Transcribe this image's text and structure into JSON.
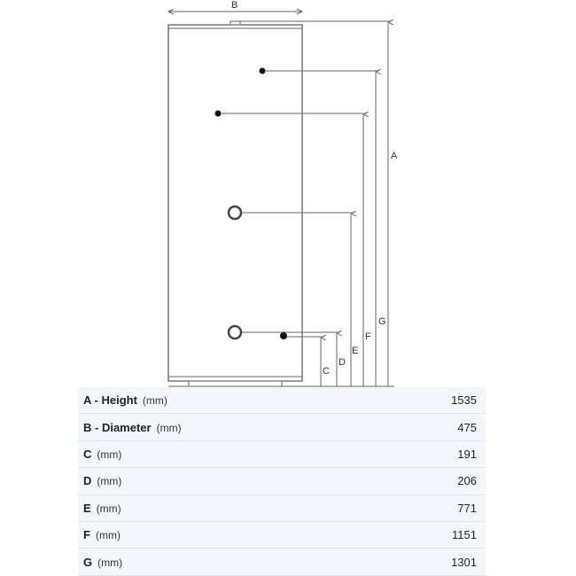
{
  "diagram": {
    "labels": {
      "A": "A",
      "B": "B",
      "C": "C",
      "D": "D",
      "E": "E",
      "F": "F",
      "G": "G"
    }
  },
  "table": [
    {
      "key": "A",
      "name": "Height",
      "unit": "(mm)",
      "value": "1535"
    },
    {
      "key": "B",
      "name": "Diameter",
      "unit": "(mm)",
      "value": "475"
    },
    {
      "key": "C",
      "name": "",
      "unit": "(mm)",
      "value": "191"
    },
    {
      "key": "D",
      "name": "",
      "unit": "(mm)",
      "value": "206"
    },
    {
      "key": "E",
      "name": "",
      "unit": "(mm)",
      "value": "771"
    },
    {
      "key": "F",
      "name": "",
      "unit": "(mm)",
      "value": "1151"
    },
    {
      "key": "G",
      "name": "",
      "unit": "(mm)",
      "value": "1301"
    }
  ]
}
